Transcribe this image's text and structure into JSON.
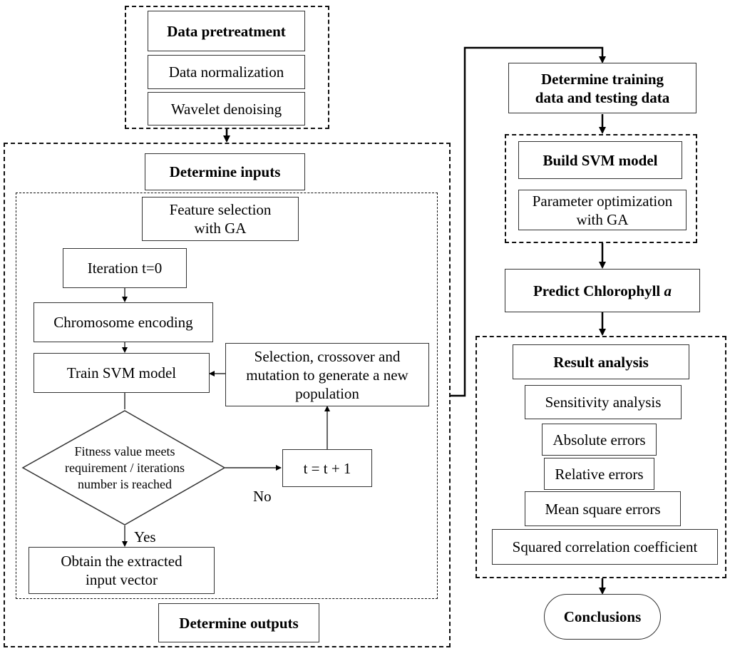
{
  "pretreatment": {
    "title": "Data pretreatment",
    "normalization": "Data normalization",
    "denoising": "Wavelet denoising"
  },
  "inputs": {
    "title": "Determine  inputs",
    "feature_selection": "Feature selection\nwith GA",
    "iteration_start": "Iteration t=0",
    "encoding": "Chromosome encoding",
    "train": "Train SVM model",
    "genetic_ops": "Selection, crossover and\nmutation to generate a new\npopulation",
    "decision": "Fitness value meets\nrequirement / iterations\nnumber is reached",
    "increment": "t = t + 1",
    "no_label": "No",
    "yes_label": "Yes",
    "extract": "Obtain the extracted\ninput vector",
    "outputs": "Determine  outputs"
  },
  "modeling": {
    "split": "Determine  training\ndata and testing data",
    "build": "Build SVM model",
    "param_opt": "Parameter optimization\nwith GA",
    "predict_prefix": "Predict Chlorophyll ",
    "predict_var": "a"
  },
  "analysis": {
    "title": "Result analysis",
    "items": [
      "Sensitivity  analysis",
      "Absolute errors",
      "Relative errors",
      "Mean square errors",
      "Squared correlation coefficient"
    ]
  },
  "conclusion": "Conclusions"
}
